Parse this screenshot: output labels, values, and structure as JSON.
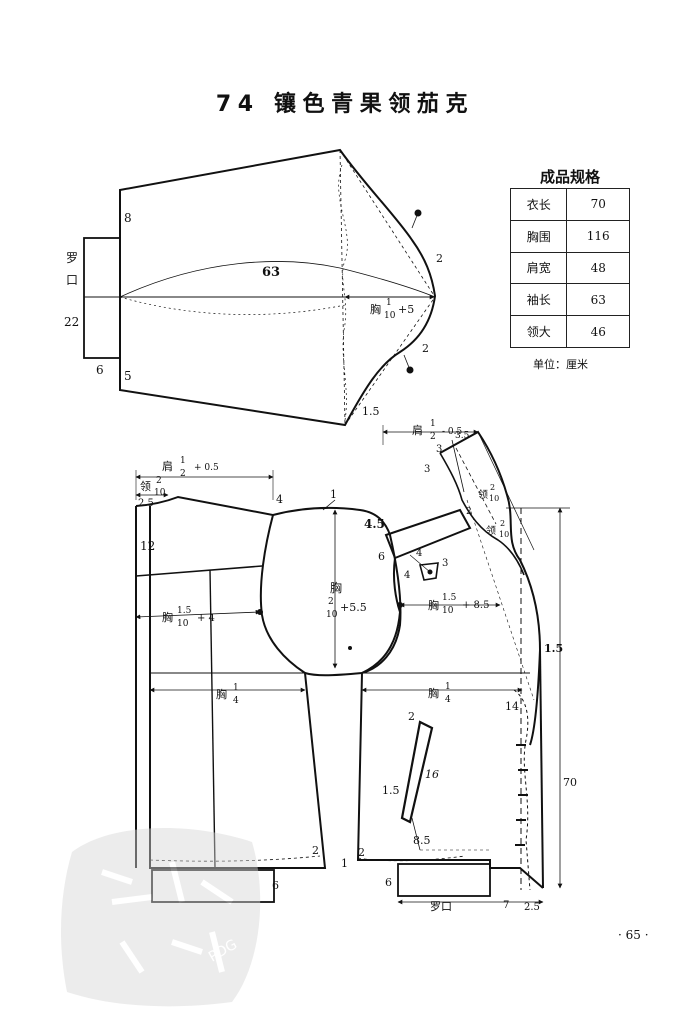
{
  "title": "74  镶色青果领茄克",
  "spec_table": {
    "caption": "成品规格",
    "rows": [
      {
        "label": "衣长",
        "value": "70"
      },
      {
        "label": "胸围",
        "value": "116"
      },
      {
        "label": "肩宽",
        "value": "48"
      },
      {
        "label": "袖长",
        "value": "63"
      },
      {
        "label": "领大",
        "value": "46"
      }
    ],
    "unit": "单位：厘米"
  },
  "sleeve": {
    "sleeve_length": "63",
    "cuff_label": "罗口",
    "cuff_length": "22",
    "cuff_width": "6",
    "top_offset": "8",
    "bottom_offset": "5",
    "cap_width_formula": {
      "prefix": "胸",
      "num": "1",
      "den": "10",
      "suffix": "+5"
    },
    "ease_upper": "2",
    "ease_lower": "2",
    "hem_offset": "1.5"
  },
  "back": {
    "shoulder_formula": {
      "prefix": "肩",
      "num": "1",
      "den": "2",
      "suffix": "+ 0.5"
    },
    "neck_formula": {
      "prefix": "领",
      "num": "2",
      "den": "10"
    },
    "neck_depth": "2.5",
    "armhole_depth": "12",
    "shoulder_drop": "4",
    "marker_1": "1",
    "chest_formula": {
      "prefix": "胸",
      "num": "1.5",
      "den": "10",
      "suffix": "+ 4"
    },
    "quarter_formula": {
      "prefix": "胸",
      "num": "1",
      "den": "4"
    },
    "side_suppression": "2",
    "hem_band_height": "6"
  },
  "armhole": {
    "chest_formula": {
      "prefix": "胸",
      "num": "2",
      "den": "10",
      "suffix": "+5.5"
    }
  },
  "front": {
    "shoulder_formula": {
      "prefix": "肩",
      "num": "1",
      "den": "2",
      "suffix": "- 0.5"
    },
    "neck_width_formula": {
      "prefix": "领",
      "num": "2",
      "den": "10"
    },
    "neck_depth_formula": {
      "prefix": "领",
      "num": "2",
      "den": "10"
    },
    "collar_dims": [
      "3",
      "3.5",
      "3",
      "2"
    ],
    "yoke_depth": "4.5",
    "armhole_offset": "6",
    "dart_marks": [
      "4",
      "4",
      "3"
    ],
    "chest_formula": {
      "prefix": "胸",
      "num": "1.5",
      "den": "10",
      "suffix": "+ 8.5"
    },
    "quarter_formula": {
      "prefix": "胸",
      "num": "1",
      "den": "4"
    },
    "lapel_extension": "1.5",
    "lapel_mark": "14",
    "pocket_width": "2",
    "pocket_length": "16",
    "pocket_offset": "1.5",
    "pocket_height": "8.5",
    "length_total": "70",
    "side_suppression": "2",
    "side_marker": "1",
    "hem_band_height": "6",
    "hem_band_label": "罗口",
    "hem_band_front": "7",
    "hem_band_overlap": "2.5"
  },
  "page_number": "65"
}
